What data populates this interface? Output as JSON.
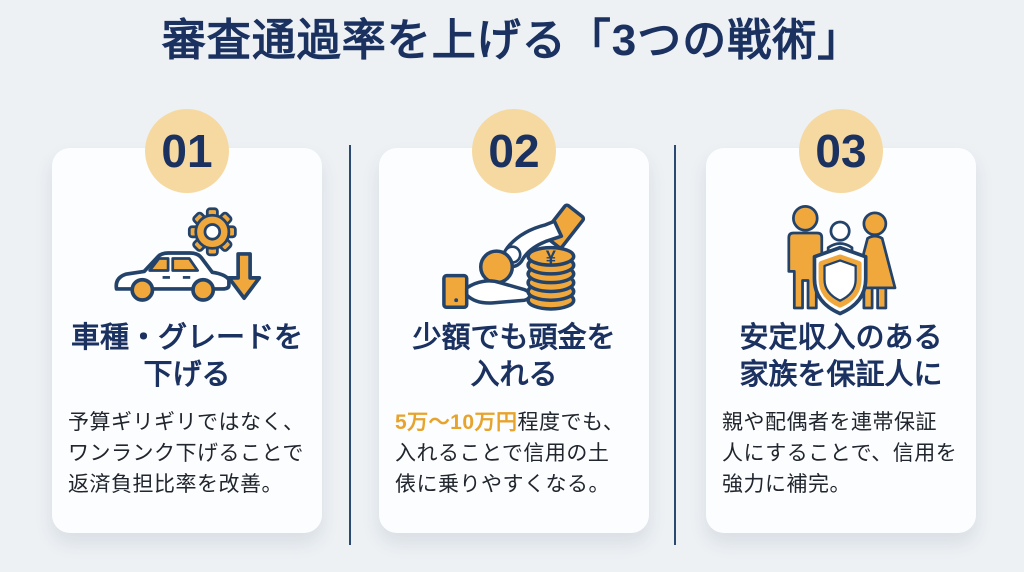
{
  "title": "審査通過率を上げる「3つの戦術」",
  "colors": {
    "bg": "#edf1f4",
    "card": "#fcfdfe",
    "navy": "#1b3160",
    "icon-navy": "#24436b",
    "orange": "#f0a83c",
    "badge-bg": "#f6d9a1",
    "highlight": "#e7a42c",
    "text": "#21252d",
    "divider": "#2b4a72"
  },
  "cards": [
    {
      "number": "01",
      "icon": "car-gear-downgrade-icon",
      "heading_lines": [
        "車種・グレードを",
        "下げる"
      ],
      "body_lines": [
        "予算ギリギリではなく、",
        "ワンランク下げることで",
        "返済負担比率を改善。"
      ]
    },
    {
      "number": "02",
      "icon": "hand-coin-downpayment-icon",
      "coin_symbol": "¥",
      "heading_lines": [
        "少額でも頭金を",
        "入れる"
      ],
      "body_line1_highlight": "5万〜10万円",
      "body_line1_rest": "程度でも、",
      "body_lines_rest": [
        "入れることで信用の土",
        "俵に乗りやすくなる。"
      ]
    },
    {
      "number": "03",
      "icon": "family-shield-guarantor-icon",
      "heading_lines": [
        "安定収入のある",
        "家族を保証人に"
      ],
      "body_lines": [
        "親や配偶者を連帯保証",
        "人にすることで、信用を",
        "強力に補完。"
      ]
    }
  ]
}
